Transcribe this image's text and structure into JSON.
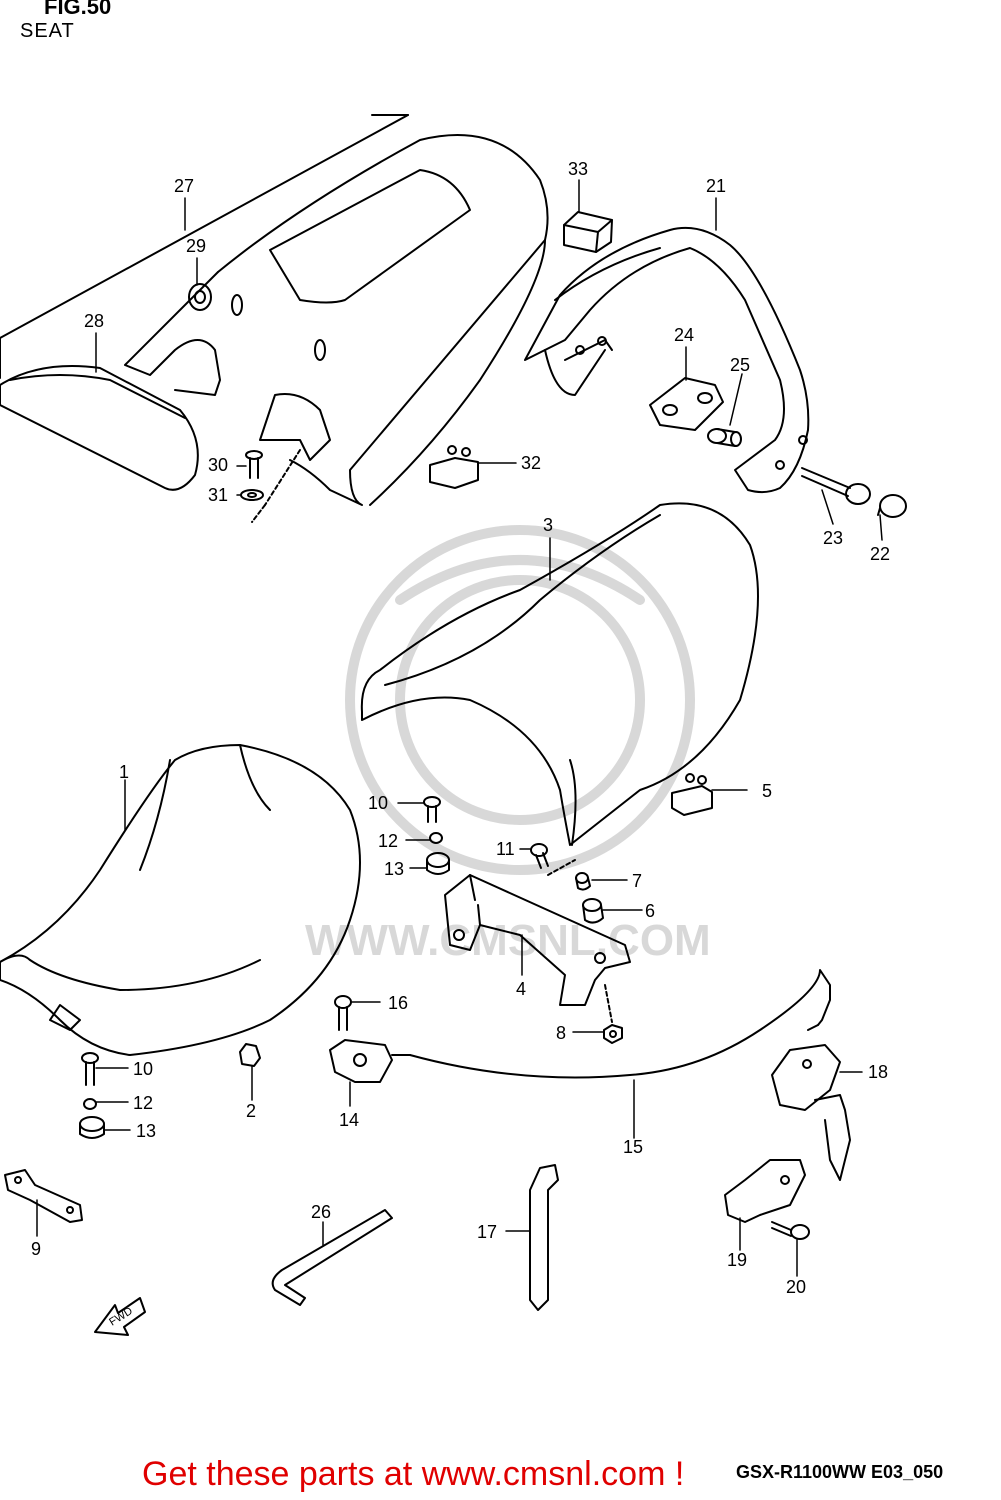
{
  "figure": "FIG.50",
  "section": "SEAT",
  "watermark": "WWW.CMSNL.COM",
  "footer_text": "Get these parts at www.cmsnl.com !",
  "diagram_code": "GSX-R1100WW  E03_050",
  "fwd_label": "FWD",
  "callouts": [
    {
      "id": "c1",
      "label": "1"
    },
    {
      "id": "c2",
      "label": "2"
    },
    {
      "id": "c3",
      "label": "3"
    },
    {
      "id": "c4",
      "label": "4"
    },
    {
      "id": "c5",
      "label": "5"
    },
    {
      "id": "c6",
      "label": "6"
    },
    {
      "id": "c7",
      "label": "7"
    },
    {
      "id": "c8",
      "label": "8"
    },
    {
      "id": "c9",
      "label": "9"
    },
    {
      "id": "c10a",
      "label": "10"
    },
    {
      "id": "c10b",
      "label": "10"
    },
    {
      "id": "c11",
      "label": "11"
    },
    {
      "id": "c12a",
      "label": "12"
    },
    {
      "id": "c12b",
      "label": "12"
    },
    {
      "id": "c13a",
      "label": "13"
    },
    {
      "id": "c13b",
      "label": "13"
    },
    {
      "id": "c14",
      "label": "14"
    },
    {
      "id": "c15",
      "label": "15"
    },
    {
      "id": "c16",
      "label": "16"
    },
    {
      "id": "c17",
      "label": "17"
    },
    {
      "id": "c18",
      "label": "18"
    },
    {
      "id": "c19",
      "label": "19"
    },
    {
      "id": "c20",
      "label": "20"
    },
    {
      "id": "c21",
      "label": "21"
    },
    {
      "id": "c22",
      "label": "22"
    },
    {
      "id": "c23",
      "label": "23"
    },
    {
      "id": "c24",
      "label": "24"
    },
    {
      "id": "c25",
      "label": "25"
    },
    {
      "id": "c26",
      "label": "26"
    },
    {
      "id": "c27",
      "label": "27"
    },
    {
      "id": "c28",
      "label": "28"
    },
    {
      "id": "c29",
      "label": "29"
    },
    {
      "id": "c30",
      "label": "30"
    },
    {
      "id": "c31",
      "label": "31"
    },
    {
      "id": "c32",
      "label": "32"
    },
    {
      "id": "c33",
      "label": "33"
    }
  ]
}
